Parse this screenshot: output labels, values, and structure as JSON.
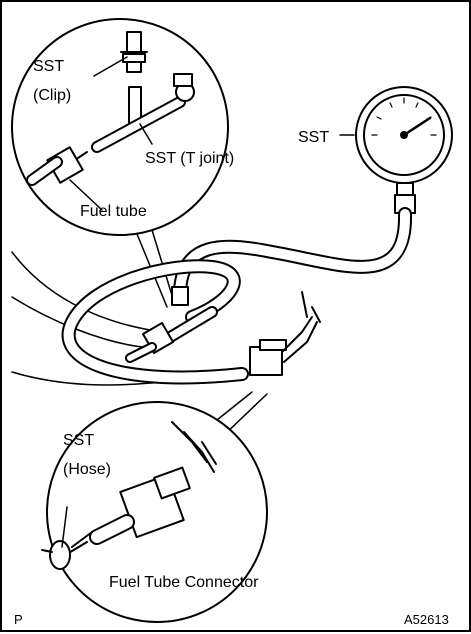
{
  "labels": {
    "sst_clip_line1": "SST",
    "sst_clip_line2": "(Clip)",
    "sst_t_joint": "SST (T joint)",
    "fuel_tube": "Fuel tube",
    "sst_gauge": "SST",
    "sst_hose_line1": "SST",
    "sst_hose_line2": "(Hose)",
    "fuel_tube_connector": "Fuel Tube Connector",
    "corner_mark": "P",
    "figure_code": "A52613"
  }
}
